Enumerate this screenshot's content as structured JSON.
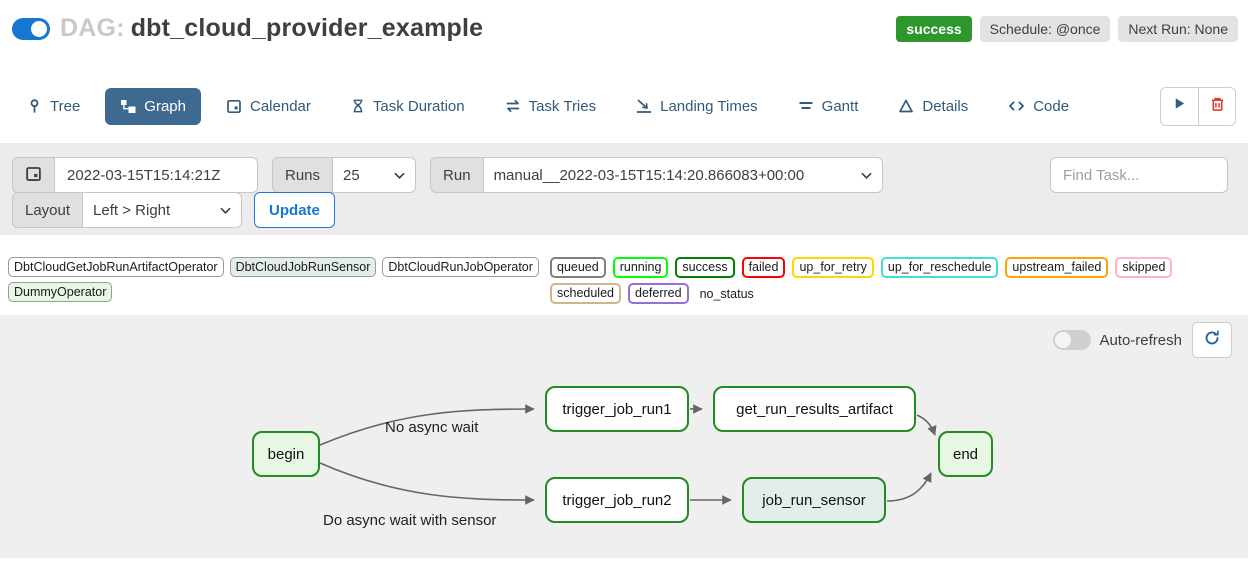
{
  "header": {
    "dag_prefix": "DAG:",
    "dag_title": "dbt_cloud_provider_example",
    "status_badge": "success",
    "schedule_badge": "Schedule: @once",
    "next_run_badge": "Next Run: None",
    "dag_paused_toggle": "on"
  },
  "tabs": [
    {
      "label": "Tree",
      "icon": "tree-icon",
      "active": false
    },
    {
      "label": "Graph",
      "icon": "graph-icon",
      "active": true
    },
    {
      "label": "Calendar",
      "icon": "calendar-icon",
      "active": false
    },
    {
      "label": "Task Duration",
      "icon": "hourglass-icon",
      "active": false
    },
    {
      "label": "Task Tries",
      "icon": "repeat-icon",
      "active": false
    },
    {
      "label": "Landing Times",
      "icon": "plane-landing-icon",
      "active": false
    },
    {
      "label": "Gantt",
      "icon": "gantt-icon",
      "active": false
    },
    {
      "label": "Details",
      "icon": "triangle-icon",
      "active": false
    },
    {
      "label": "Code",
      "icon": "code-icon",
      "active": false
    }
  ],
  "actions": {
    "trigger_icon": "play-icon",
    "delete_icon": "trash-icon"
  },
  "filters": {
    "execution_date": "2022-03-15T15:14:21Z",
    "runs_label": "Runs",
    "runs_value": "25",
    "run_label": "Run",
    "run_value": "manual__2022-03-15T15:14:20.866083+00:00",
    "find_task_placeholder": "Find Task...",
    "layout_label": "Layout",
    "layout_value": "Left > Right",
    "update_label": "Update"
  },
  "legend": {
    "operators": [
      {
        "label": "DbtCloudGetJobRunArtifactOperator",
        "bg": "#ffffff"
      },
      {
        "label": "DbtCloudJobRunSensor",
        "bg": "#e3eeec"
      },
      {
        "label": "DbtCloudRunJobOperator",
        "bg": "#ffffff"
      },
      {
        "label": "DummyOperator",
        "bg": "#e8f7e4"
      }
    ],
    "statuses": [
      {
        "label": "queued",
        "border": "#808080"
      },
      {
        "label": "running",
        "border": "#00ff00"
      },
      {
        "label": "success",
        "border": "#008000"
      },
      {
        "label": "failed",
        "border": "#ff0000"
      },
      {
        "label": "up_for_retry",
        "border": "#ffd700"
      },
      {
        "label": "up_for_reschedule",
        "border": "#40e0d0"
      },
      {
        "label": "upstream_failed",
        "border": "#ffa500"
      },
      {
        "label": "skipped",
        "border": "#ffb6c1"
      },
      {
        "label": "scheduled",
        "border": "#d2b48c"
      },
      {
        "label": "deferred",
        "border": "#9370db"
      }
    ],
    "no_status_label": "no_status"
  },
  "graph_panel": {
    "auto_refresh_label": "Auto-refresh",
    "auto_refresh_state": "off",
    "refresh_icon": "refresh-icon",
    "nodes": [
      {
        "id": "begin",
        "label": "begin",
        "fill": "#e8f7e4",
        "border": "#228b22"
      },
      {
        "id": "trigger_job_run1",
        "label": "trigger_job_run1",
        "fill": "#ffffff",
        "border": "#228b22"
      },
      {
        "id": "get_run_results_artifact",
        "label": "get_run_results_artifact",
        "fill": "#ffffff",
        "border": "#228b22"
      },
      {
        "id": "trigger_job_run2",
        "label": "trigger_job_run2",
        "fill": "#ffffff",
        "border": "#228b22"
      },
      {
        "id": "job_run_sensor",
        "label": "job_run_sensor",
        "fill": "#e3eeec",
        "border": "#228b22"
      },
      {
        "id": "end",
        "label": "end",
        "fill": "#e8f7e4",
        "border": "#228b22"
      }
    ],
    "edges": [
      [
        "begin",
        "trigger_job_run1"
      ],
      [
        "begin",
        "trigger_job_run2"
      ],
      [
        "trigger_job_run1",
        "get_run_results_artifact"
      ],
      [
        "get_run_results_artifact",
        "end"
      ],
      [
        "trigger_job_run2",
        "job_run_sensor"
      ],
      [
        "job_run_sensor",
        "end"
      ]
    ],
    "edge_labels": [
      {
        "text": "No async wait"
      },
      {
        "text": "Do async wait with sensor"
      }
    ]
  },
  "colors": {
    "accent_blue": "#1677d2",
    "tab_active_bg": "#3d6a8e",
    "tab_text": "#2f5a7c",
    "success_green": "#2d972d",
    "node_border_green": "#228b22",
    "panel_grey": "#ececec",
    "graph_bg": "#efefef",
    "edge_grey": "#666666",
    "trash_red": "#e5372b"
  }
}
